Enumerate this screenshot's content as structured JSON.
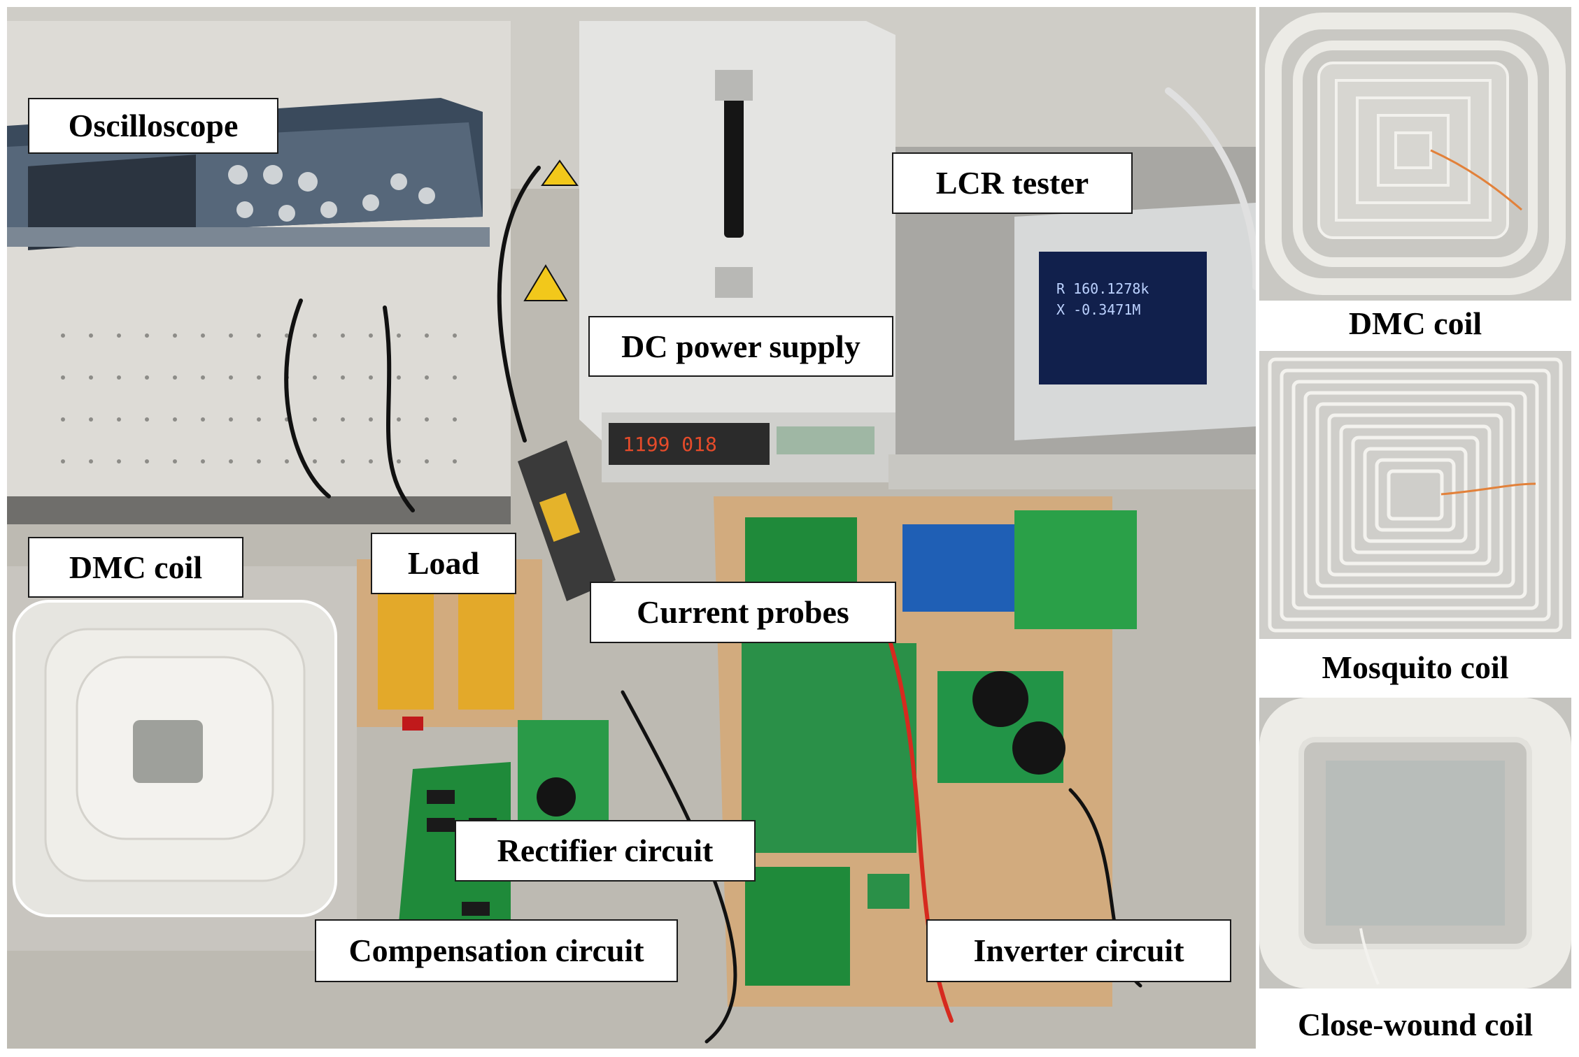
{
  "labels": {
    "oscilloscope": "Oscilloscope",
    "dc_power_supply": "DC power supply",
    "lcr_tester": "LCR tester",
    "dmc_coil": "DMC coil",
    "load": "Load",
    "current_probes": "Current probes",
    "rectifier_circuit": "Rectifier circuit",
    "compensation_circuit": "Compensation circuit",
    "inverter_circuit": "Inverter circuit"
  },
  "side_panels": [
    {
      "caption": "DMC coil"
    },
    {
      "caption": "Mosquito coil"
    },
    {
      "caption": "Close-wound coil"
    }
  ],
  "colors": {
    "bench": "#b9b6ad",
    "pegboard": "#dcdad5",
    "wood_board": "#d2ab7e",
    "pcb_green": "#1f8a3a",
    "load_gold": "#e3a92a",
    "coil_white": "#ecebe6"
  }
}
